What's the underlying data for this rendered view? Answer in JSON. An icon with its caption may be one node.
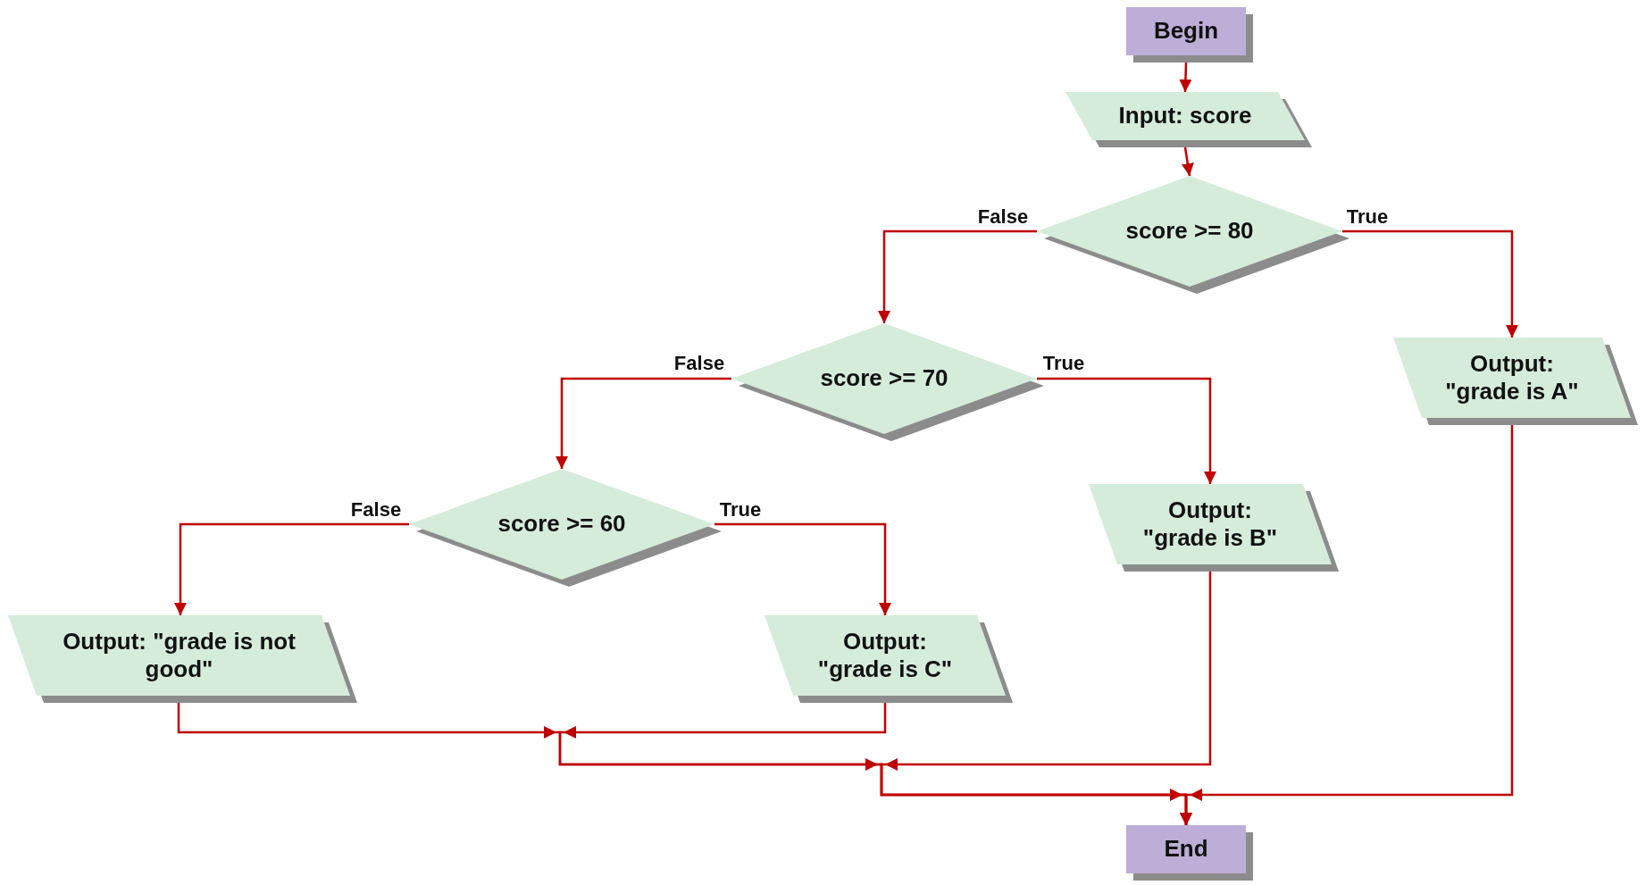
{
  "diagram": {
    "nodes": [
      {
        "text": [
          "Begin"
        ]
      },
      {
        "text": [
          "Input: score"
        ]
      },
      {
        "text": [
          "score >= 80"
        ]
      },
      {
        "text": [
          "score >= 70"
        ]
      },
      {
        "text": [
          "score >= 60"
        ]
      },
      {
        "text": [
          "Output: \"grade is A\""
        ]
      },
      {
        "text": [
          "Output: \"grade is B\""
        ]
      },
      {
        "text": [
          "Output: \"grade is not good\""
        ]
      },
      {
        "text": [
          "Output: \"grade is C\""
        ]
      },
      {
        "text": [
          "End"
        ]
      }
    ],
    "edges": [
      {
        "from": 0,
        "to": 1,
        "arrow": "to"
      },
      {
        "from": 1,
        "to": 2,
        "arrow": "to"
      },
      {
        "from": 2,
        "to": 3,
        "arrow": "to",
        "label": "False"
      },
      {
        "from": 2,
        "to": 5,
        "arrow": "to",
        "label": "True"
      },
      {
        "from": 3,
        "to": 4,
        "arrow": "to",
        "label": "False"
      },
      {
        "from": 3,
        "to": 6,
        "arrow": "to",
        "label": "True"
      },
      {
        "from": 4,
        "to": 7,
        "arrow": "to",
        "label": "False"
      },
      {
        "from": 4,
        "to": 8,
        "arrow": "to",
        "label": "True"
      },
      {
        "from": 7,
        "to": 9,
        "arrow": "to"
      },
      {
        "from": 8,
        "to": 9,
        "arrow": "to"
      },
      {
        "from": 6,
        "to": 9,
        "arrow": "to"
      },
      {
        "from": 5,
        "to": 9,
        "arrow": "to"
      }
    ]
  }
}
